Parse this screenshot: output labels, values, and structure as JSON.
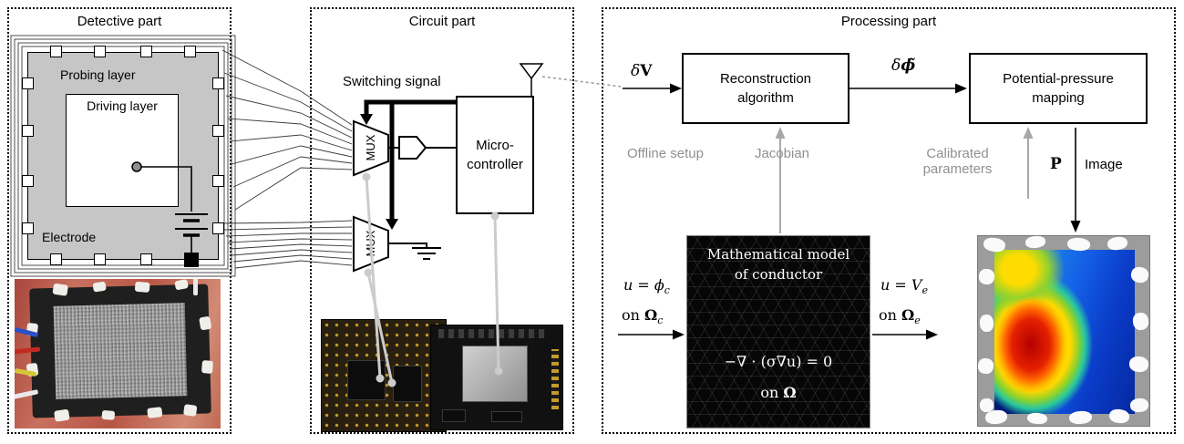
{
  "detective": {
    "title": "Detective part",
    "probing_layer": "Probing layer",
    "driving_layer": "Driving layer",
    "electrode": "Electrode"
  },
  "circuit": {
    "title": "Circuit part",
    "switching_signal": "Switching signal",
    "mux_label": "MUX",
    "micro_line1": "Micro-",
    "micro_line2": "controller"
  },
  "processing": {
    "title": "Processing part",
    "delta_v_sym": "δ",
    "delta_v_var": "V",
    "recon_line1": "Reconstruction",
    "recon_line2": "algorithm",
    "delta_phi_sym": "δ",
    "delta_phi_var": "ϕ̃",
    "mapping_line1": "Potential-pressure",
    "mapping_line2": "mapping",
    "offline_setup": "Offline setup",
    "jacobian": "Jacobian",
    "calibrated_line1": "Calibrated",
    "calibrated_line2": "parameters",
    "p_label": "P",
    "image_label": "Image",
    "model": {
      "title_line1": "Mathematical model",
      "title_line2": "of conductor",
      "equation": "−∇ · (σ∇u) = 0",
      "domain_pre": "on ",
      "domain_sym": "Ω"
    },
    "left_bc": {
      "eq_pre": "u = ϕ",
      "eq_sub": "c",
      "on_pre": "on ",
      "on_sym": "Ω",
      "on_sub": "c"
    },
    "right_bc": {
      "eq_pre": "u = V",
      "eq_sub": "e",
      "on_pre": "on ",
      "on_sym": "Ω",
      "on_sub": "e"
    }
  },
  "colors": {
    "panel_border": "#000000",
    "gray_label": "#909090",
    "callout_gray": "#cccccc"
  }
}
